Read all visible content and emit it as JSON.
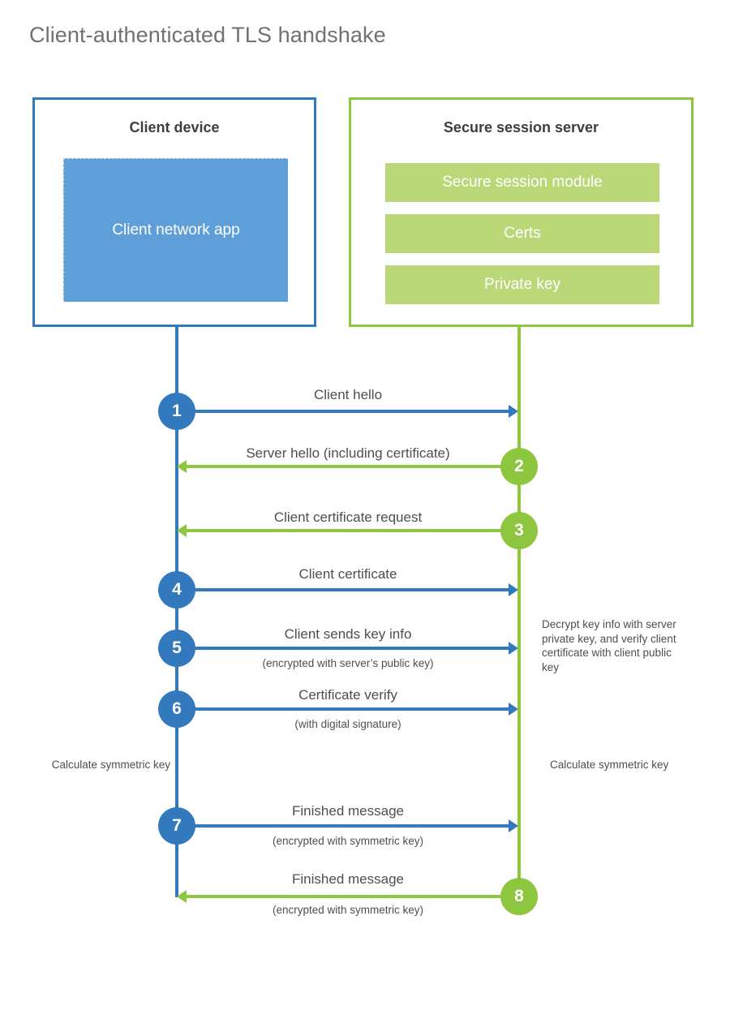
{
  "title": "Client-authenticated TLS handshake",
  "colors": {
    "client_accent": "#3279bd",
    "client_app_fill": "#5e9fd9",
    "server_accent": "#8ec63f",
    "server_bar_fill": "#bad878",
    "title_text": "#6e7276",
    "body_text": "#4a4f54"
  },
  "actors": {
    "client": {
      "title": "Client device",
      "app_label": "Client network app"
    },
    "server": {
      "title": "Secure session server",
      "modules": [
        "Secure session module",
        "Certs",
        "Private key"
      ]
    }
  },
  "steps": [
    {
      "number": "1",
      "label": "Client hello",
      "sublabel": "",
      "direction": "client-to-server",
      "side": "client"
    },
    {
      "number": "2",
      "label": "Server hello (including certificate)",
      "sublabel": "",
      "direction": "server-to-client",
      "side": "server"
    },
    {
      "number": "3",
      "label": "Client certificate request",
      "sublabel": "",
      "direction": "server-to-client",
      "side": "server"
    },
    {
      "number": "4",
      "label": "Client certificate",
      "sublabel": "",
      "direction": "client-to-server",
      "side": "client"
    },
    {
      "number": "5",
      "label": "Client sends key info",
      "sublabel": "(encrypted with server’s public key)",
      "direction": "client-to-server",
      "side": "client"
    },
    {
      "number": "6",
      "label": "Certificate verify",
      "sublabel": "(with digital signature)",
      "direction": "client-to-server",
      "side": "client"
    },
    {
      "number": "7",
      "label": "Finished message",
      "sublabel": "(encrypted with symmetric key)",
      "direction": "client-to-server",
      "side": "client"
    },
    {
      "number": "8",
      "label": "Finished message",
      "sublabel": "(encrypted with symmetric key)",
      "direction": "server-to-client",
      "side": "server"
    }
  ],
  "notes": {
    "server_decrypt": "Decrypt key info with server private key, and verify client certificate with client public key",
    "client_calculate": "Calculate symmetric key",
    "server_calculate": "Calculate symmetric key"
  }
}
